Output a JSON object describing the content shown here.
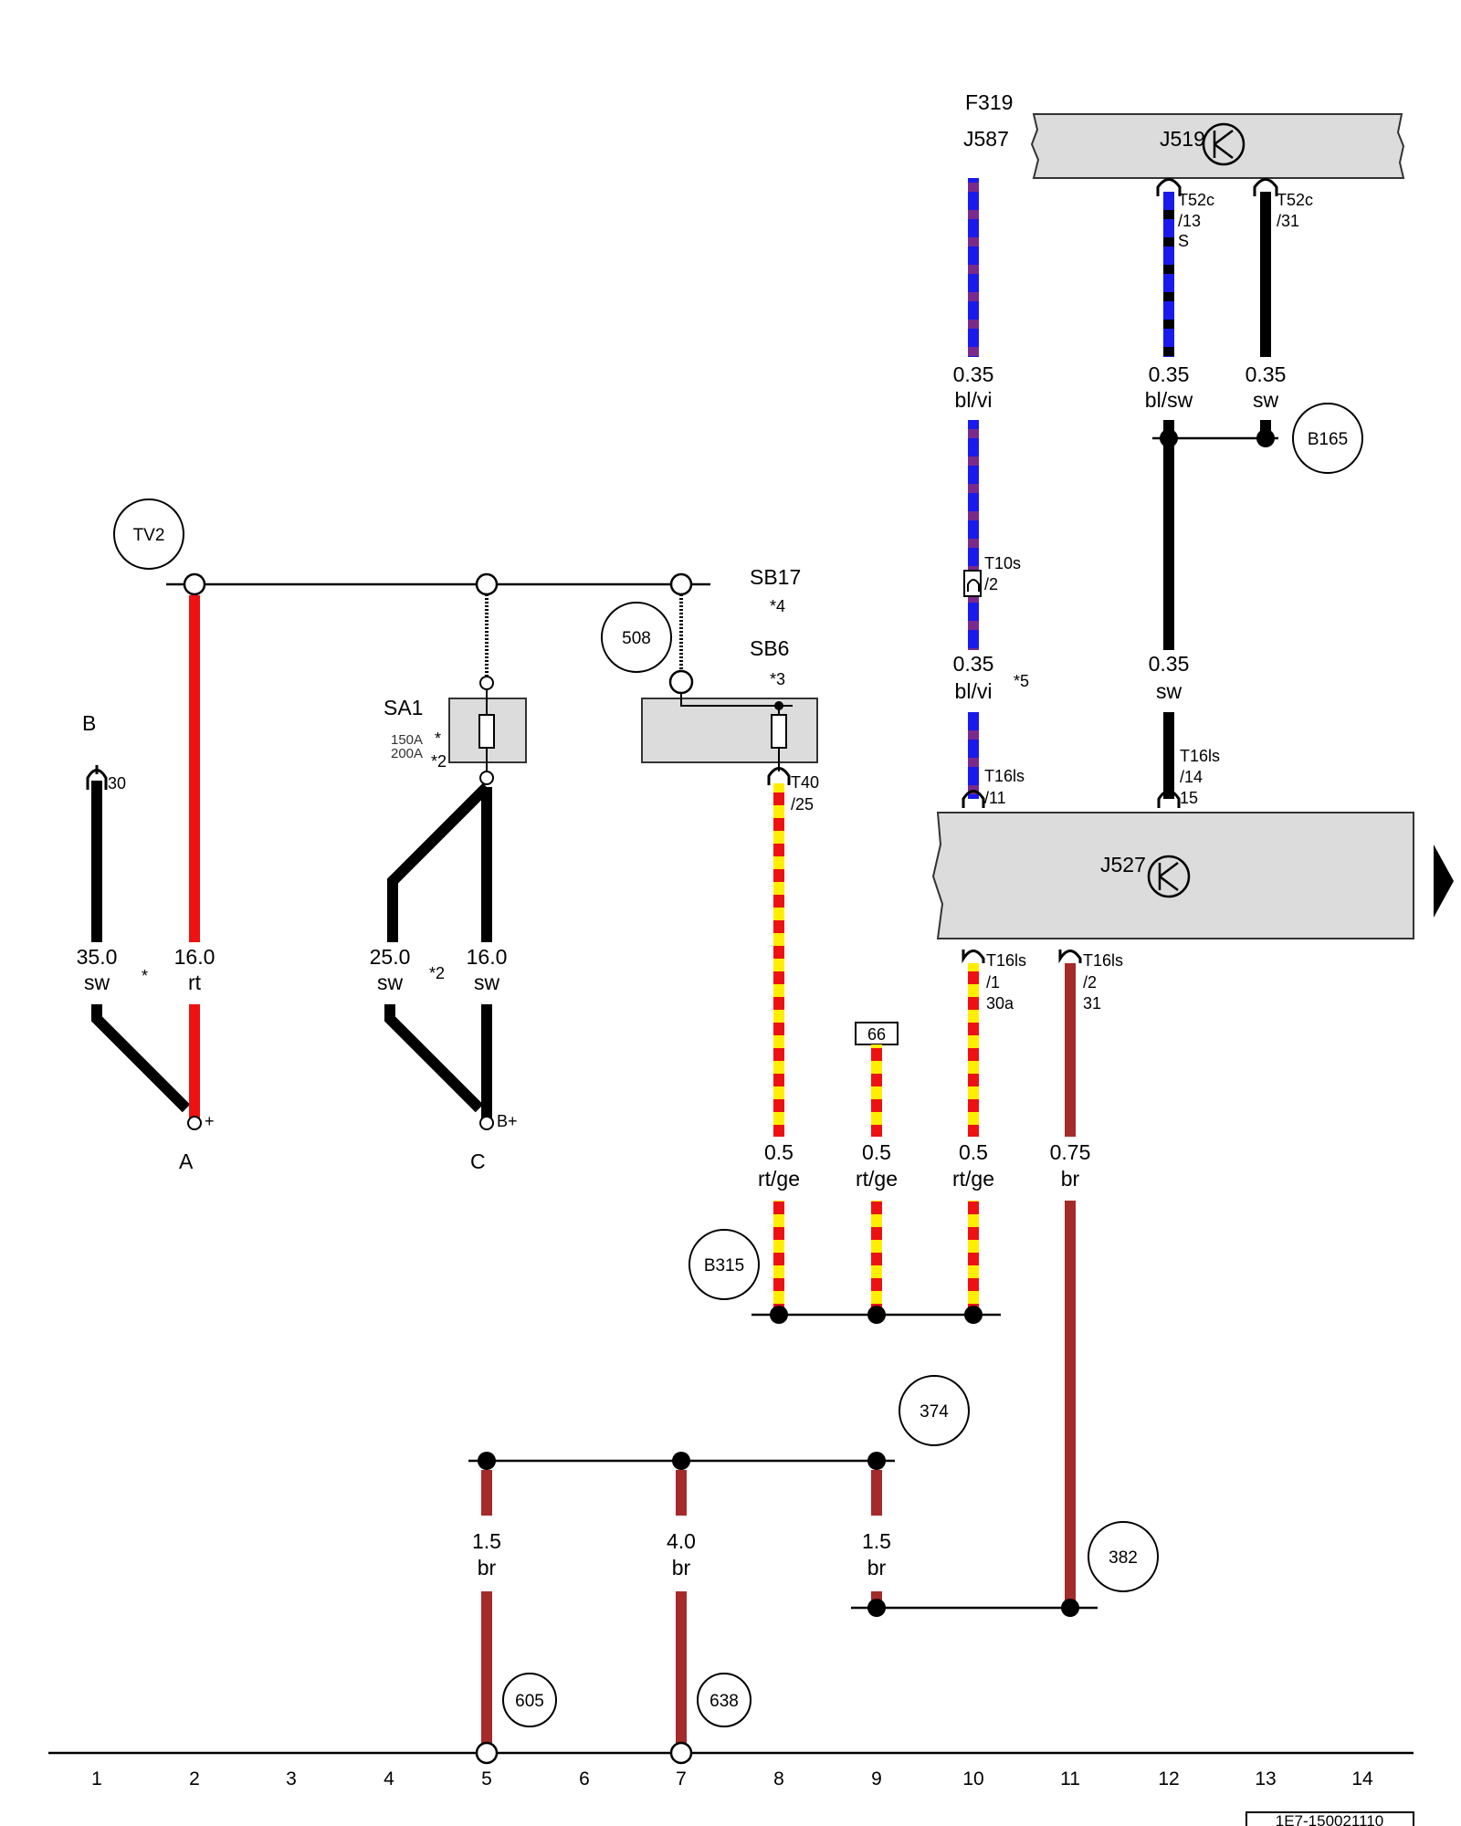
{
  "components": {
    "B": "B",
    "A": "A",
    "C": "C",
    "SA1": "SA1",
    "SB17": "SB17",
    "SB6": "SB6",
    "F319": "F319",
    "J587": "J587",
    "J519": "J519",
    "J527": "J527",
    "box66": "66"
  },
  "circles": {
    "TV2": "TV2",
    "c508": "508",
    "B165": "B165",
    "B315": "B315",
    "c374": "374",
    "c382": "382",
    "c605": "605",
    "c638": "638"
  },
  "pins": {
    "b30": "30",
    "plus": "+",
    "bplus": "B+",
    "t40a": "T40",
    "t40b": "/25",
    "t52c1a": "T52c",
    "t52c1b": "/13",
    "t52c1c": "S",
    "t52c2a": "T52c",
    "t52c2b": "/31",
    "t10sa": "T10s",
    "t10sb": "/2",
    "t16_11a": "T16ls",
    "t16_11b": "/11",
    "t16_14a": "T16ls",
    "t16_14b": "/14",
    "t16_14c": "15",
    "t16_1a": "T16ls",
    "t16_1b": "/1",
    "t16_1c": "30a",
    "t16_2a": "T16ls",
    "t16_2b": "/2",
    "t16_2c": "31"
  },
  "fuse_ratings": {
    "r150": "150A",
    "r200": "200A"
  },
  "notes": {
    "star": "*",
    "star2": "*2",
    "star3": "*3",
    "star4": "*4",
    "star5": "*5",
    "star_sa1": "*",
    "star2_sa1": "*2"
  },
  "wires": {
    "w_35": {
      "size": "35.0",
      "color": "sw"
    },
    "w_16rt": {
      "size": "16.0",
      "color": "rt"
    },
    "w_25": {
      "size": "25.0",
      "color": "sw"
    },
    "w_16sw": {
      "size": "16.0",
      "color": "sw"
    },
    "w_blvi_top": {
      "size": "0.35",
      "color": "bl/vi"
    },
    "w_blsw": {
      "size": "0.35",
      "color": "bl/sw"
    },
    "w_sw_top": {
      "size": "0.35",
      "color": "sw"
    },
    "w_blvi_low": {
      "size": "0.35",
      "color": "bl/vi"
    },
    "w_sw_low": {
      "size": "0.35",
      "color": "sw"
    },
    "w_rtge8": {
      "size": "0.5",
      "color": "rt/ge"
    },
    "w_rtge9": {
      "size": "0.5",
      "color": "rt/ge"
    },
    "w_rtge10": {
      "size": "0.5",
      "color": "rt/ge"
    },
    "w_br11": {
      "size": "0.75",
      "color": "br"
    },
    "w_br5": {
      "size": "1.5",
      "color": "br"
    },
    "w_br7": {
      "size": "4.0",
      "color": "br"
    },
    "w_br9": {
      "size": "1.5",
      "color": "br"
    }
  },
  "columns": [
    "1",
    "2",
    "3",
    "4",
    "5",
    "6",
    "7",
    "8",
    "9",
    "10",
    "11",
    "12",
    "13",
    "14"
  ],
  "footer_code": "1E7-150021110",
  "wire_colors": {
    "sw": "#000000",
    "rt": "#ee1111",
    "ge": "#ffee00",
    "bl": "#1a1aee",
    "vi": "#7a2a8a",
    "br": "#a52a2a"
  }
}
